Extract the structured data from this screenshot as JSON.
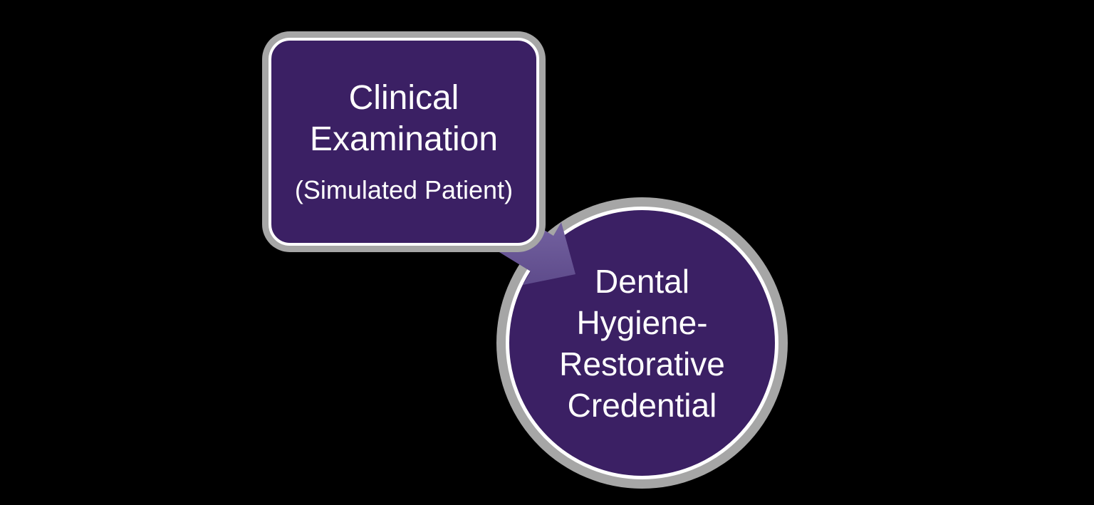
{
  "diagram": {
    "type": "flow-diagram",
    "background": "#000000",
    "colors": {
      "background": "#000000",
      "node_fill": "#3b2064",
      "node_inner_border": "#ffffff",
      "node_outer_border": "#a6a6a6",
      "arrow_light": "#7d6ca9",
      "arrow_dark": "#5e4b8b",
      "text": "#ffffff"
    },
    "nodes": [
      {
        "id": "clinical-examination",
        "shape": "rounded-rectangle",
        "title": "Clinical Examination",
        "title_lines": [
          "Clinical",
          "Examination"
        ],
        "subtitle": "(Simulated Patient)"
      },
      {
        "id": "dental-hygiene-restorative-credential",
        "shape": "circle",
        "label": "Dental Hygiene-Restorative Credential",
        "label_lines": [
          "Dental",
          "Hygiene-",
          "Restorative",
          "Credential"
        ]
      }
    ],
    "connector": {
      "type": "block-arrow",
      "from": "clinical-examination",
      "to": "dental-hygiene-restorative-credential",
      "direction": "down-right"
    }
  }
}
